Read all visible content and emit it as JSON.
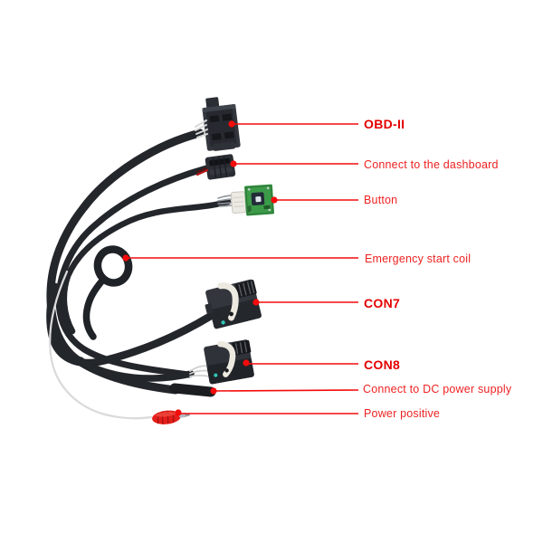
{
  "figure": {
    "type": "annotated-product-diagram",
    "subject": "vehicle diagnostic test cable harness"
  },
  "colors": {
    "background": "#ffffff",
    "annotation_line": "#f40b0b",
    "annotation_text": "#ee2222",
    "annotation_text_bold": "#e30000",
    "cable_black": "#23262b",
    "pcb_green": "#3c9b49",
    "clip_red": "#e51e1a",
    "lever_white": "#ece9e0",
    "indicator_teal": "#2fc7b6"
  },
  "annotations": [
    {
      "id": "obd2",
      "label": "OBD-II",
      "bold": true
    },
    {
      "id": "dashboard",
      "label": "Connect to the dashboard",
      "bold": false
    },
    {
      "id": "button",
      "label": "Button",
      "bold": false
    },
    {
      "id": "coil",
      "label": "Emergency start coil",
      "bold": false
    },
    {
      "id": "con7",
      "label": "CON7",
      "bold": true
    },
    {
      "id": "con8",
      "label": "CON8",
      "bold": true
    },
    {
      "id": "dc",
      "label": "Connect to DC power supply",
      "bold": false
    },
    {
      "id": "power",
      "label": "Power positive",
      "bold": false
    }
  ]
}
